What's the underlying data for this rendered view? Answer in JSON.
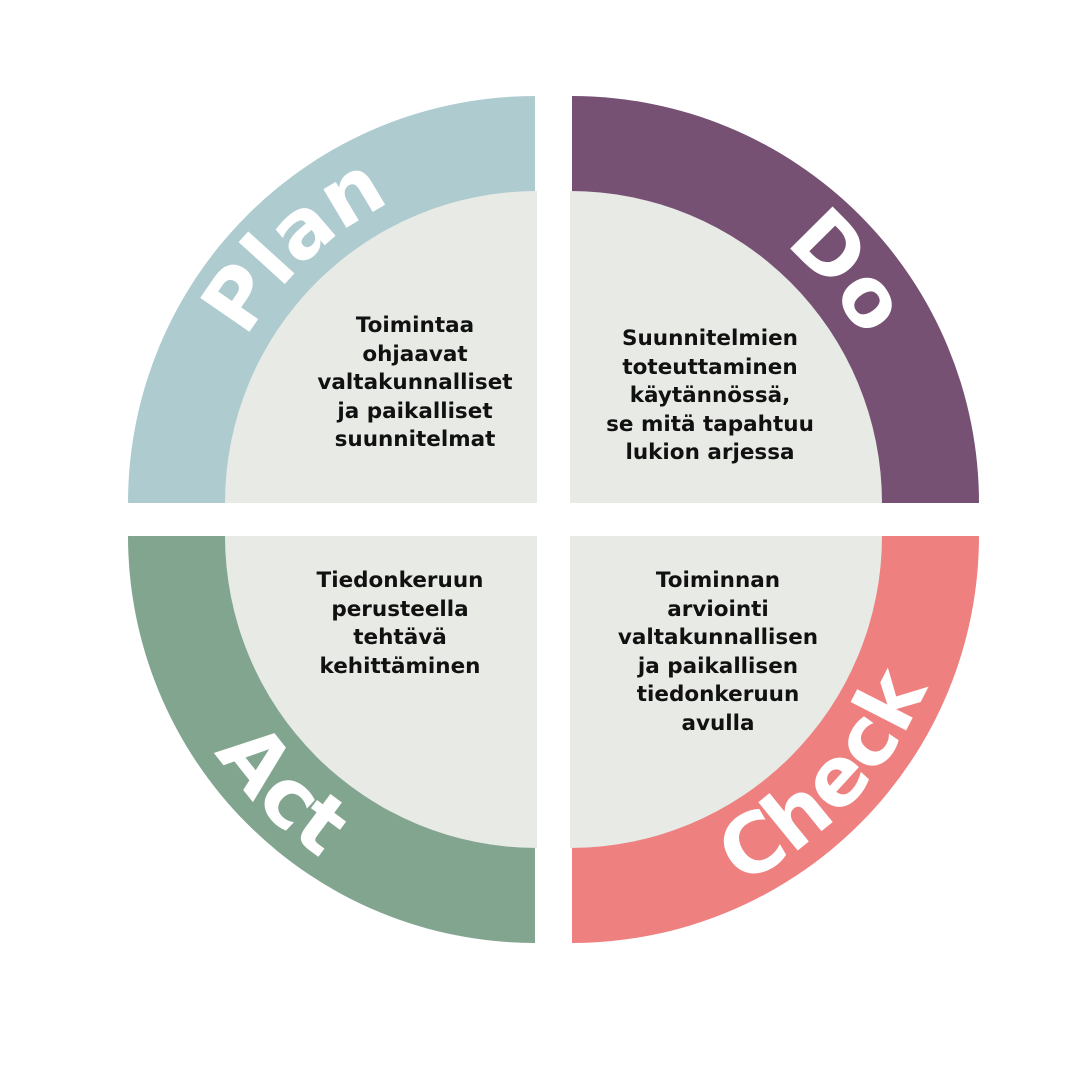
{
  "colors": {
    "plan": "#aecbcf",
    "do": "#765173",
    "act": "#82a590",
    "check": "#ef8080",
    "inner": "#e8eae5"
  },
  "plan": {
    "label": "Plan",
    "lines": [
      "Toimintaa",
      "ohjaavat",
      "valtakunnalliset",
      "ja paikalliset",
      "suunnitelmat"
    ]
  },
  "do": {
    "label": "Do",
    "lines": [
      "Suunnitelmien",
      "toteuttaminen",
      "käytännössä,",
      "se mitä tapahtuu",
      "lukion arjessa"
    ]
  },
  "act": {
    "label": "Act",
    "lines": [
      "Tiedonkeruun",
      "perusteella",
      "tehtävä",
      "kehittäminen"
    ]
  },
  "check": {
    "label": "Check",
    "lines": [
      "Toiminnan",
      "arviointi",
      "valtakunnallisen",
      "ja paikallisen",
      "tiedonkeruun",
      "avulla"
    ]
  }
}
